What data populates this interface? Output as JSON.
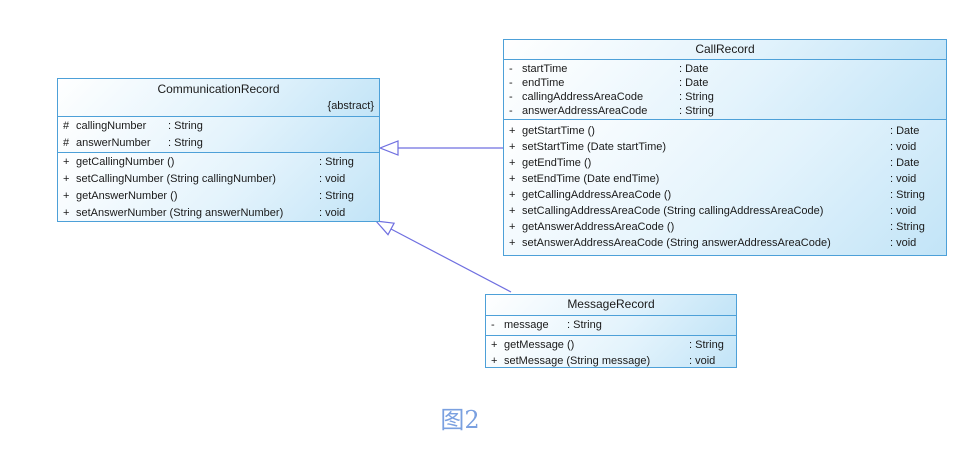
{
  "caption": {
    "text": "图2"
  },
  "colors": {
    "box_border": "#4da0d8",
    "box_fill_light": "#ffffff",
    "box_fill_dark": "#c2e4f7",
    "text": "#1a1a1a",
    "connector": "#6f6fe0",
    "caption": "#7aa0e0",
    "background": "#ffffff"
  },
  "classes": [
    {
      "name": "CommunicationRecord",
      "stereotype": "{abstract}",
      "attributes": [
        {
          "vis": "#",
          "name": "callingNumber",
          "type": ": String"
        },
        {
          "vis": "#",
          "name": "answerNumber",
          "type": ": String"
        }
      ],
      "methods": [
        {
          "vis": "+",
          "name": "getCallingNumber ()",
          "type": ": String"
        },
        {
          "vis": "+",
          "name": "setCallingNumber (String callingNumber)",
          "type": ": void"
        },
        {
          "vis": "+",
          "name": "getAnswerNumber ()",
          "type": ": String"
        },
        {
          "vis": "+",
          "name": "setAnswerNumber (String answerNumber)",
          "type": ": void"
        }
      ]
    },
    {
      "name": "CallRecord",
      "stereotype": "",
      "attributes": [
        {
          "vis": "-",
          "name": "startTime",
          "type": ": Date"
        },
        {
          "vis": "-",
          "name": "endTime",
          "type": ": Date"
        },
        {
          "vis": "-",
          "name": "callingAddressAreaCode",
          "type": ": String"
        },
        {
          "vis": "-",
          "name": "answerAddressAreaCode",
          "type": ": String"
        }
      ],
      "methods": [
        {
          "vis": "+",
          "name": "getStartTime ()",
          "type": ": Date"
        },
        {
          "vis": "+",
          "name": "setStartTime (Date startTime)",
          "type": ": void"
        },
        {
          "vis": "+",
          "name": "getEndTime ()",
          "type": ": Date"
        },
        {
          "vis": "+",
          "name": "setEndTime (Date endTime)",
          "type": ": void"
        },
        {
          "vis": "+",
          "name": "getCallingAddressAreaCode ()",
          "type": ": String"
        },
        {
          "vis": "+",
          "name": "setCallingAddressAreaCode (String callingAddressAreaCode)",
          "type": ": void"
        },
        {
          "vis": "+",
          "name": "getAnswerAddressAreaCode ()",
          "type": ": String"
        },
        {
          "vis": "+",
          "name": "setAnswerAddressAreaCode (String answerAddressAreaCode)",
          "type": ": void"
        }
      ]
    },
    {
      "name": "MessageRecord",
      "stereotype": "",
      "attributes": [
        {
          "vis": "-",
          "name": "message",
          "type": ": String"
        }
      ],
      "methods": [
        {
          "vis": "+",
          "name": "getMessage ()",
          "type": ": String"
        },
        {
          "vis": "+",
          "name": "setMessage (String message)",
          "type": ": void"
        }
      ]
    }
  ],
  "relations": [
    {
      "from": "CallRecord",
      "to": "CommunicationRecord",
      "type": "generalization"
    },
    {
      "from": "MessageRecord",
      "to": "CommunicationRecord",
      "type": "generalization"
    }
  ]
}
